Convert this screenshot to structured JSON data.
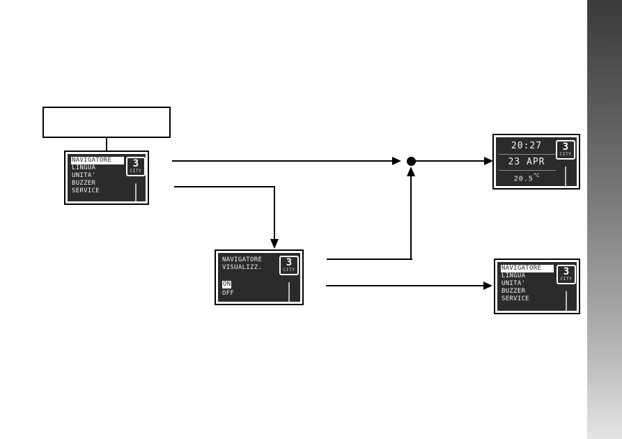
{
  "page": {
    "background": "#ffffff",
    "accent": "#000000",
    "lcd_background": "#2b2b2b",
    "lcd_text": "#f2f2f2",
    "edge_strip_top": "#3a3a3a",
    "edge_strip_bottom": "#e4e4e4"
  },
  "note_box": {
    "text": ""
  },
  "displays": {
    "menu_start": {
      "title": "service-menu",
      "items": [
        {
          "label": "NAVIGATORE",
          "selected": true
        },
        {
          "label": "LINGUA",
          "selected": false
        },
        {
          "label": "UNITA'",
          "selected": false
        },
        {
          "label": "BUZZER",
          "selected": false
        },
        {
          "label": "SERVICE",
          "selected": false
        }
      ],
      "gear": {
        "number": "3",
        "mode": "CITY"
      }
    },
    "nav_visual": {
      "title_line1": "NAVIGATORE",
      "title_line2": "VISUALIZZ.",
      "options": [
        {
          "label": "ON",
          "selected": true
        },
        {
          "label": "OFF",
          "selected": false
        }
      ],
      "gear": {
        "number": "3",
        "mode": "CITY"
      }
    },
    "clock": {
      "time": "20:27",
      "date": "23 APR",
      "temperature_value": "20.5",
      "temperature_unit": "°C",
      "gear": {
        "number": "3",
        "mode": "CITY"
      }
    },
    "menu_end": {
      "title": "service-menu",
      "items": [
        {
          "label": "NAVIGATORE",
          "selected": true
        },
        {
          "label": "LINGUA",
          "selected": false
        },
        {
          "label": "UNITA'",
          "selected": false
        },
        {
          "label": "BUZZER",
          "selected": false
        },
        {
          "label": "SERVICE",
          "selected": false
        }
      ],
      "gear": {
        "number": "3",
        "mode": "CITY"
      }
    }
  }
}
